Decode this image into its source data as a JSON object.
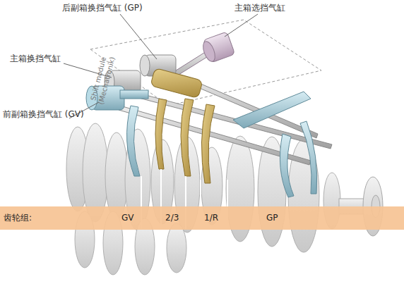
{
  "diagram": {
    "nodes": [
      {
        "text": [
          "齿轮组:",
          "GV",
          "2/3",
          "1/R",
          "GP"
        ]
      }
    ],
    "labels": [
      "后副箱换挡气缸 (GP)",
      "主箱选挡气缸",
      "主箱换挡气缸",
      "Shift module (Mechatronik)",
      "前副箱换挡气缸 (GV)"
    ]
  }
}
